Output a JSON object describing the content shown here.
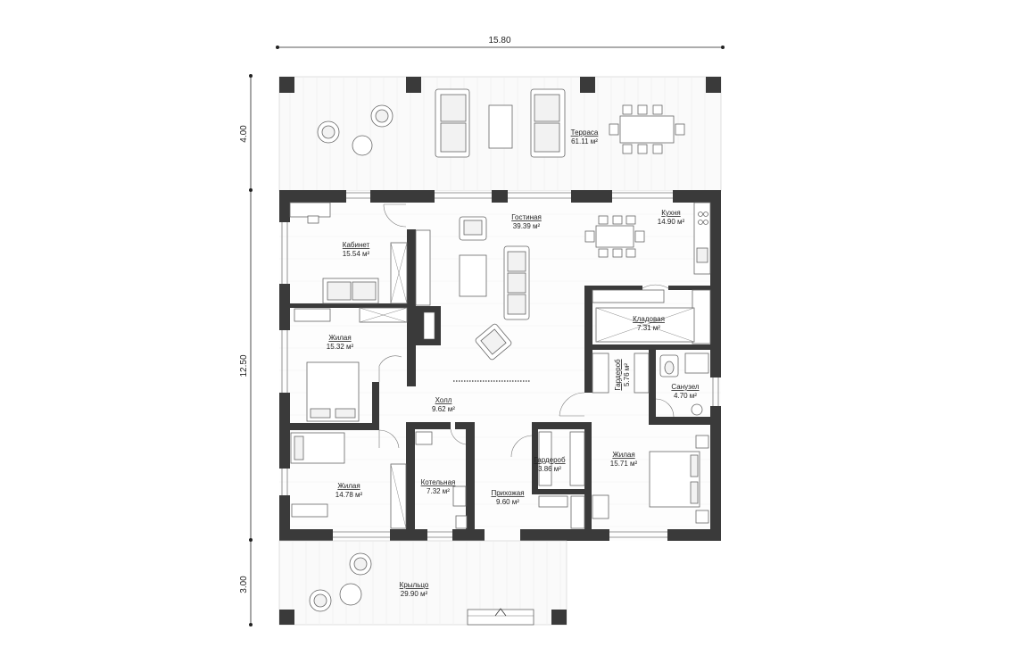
{
  "dimensions": {
    "width_total": "15.80",
    "height_terrace": "4.00",
    "height_house": "12.50",
    "height_porch": "3.00"
  },
  "rooms": {
    "terrace": {
      "name": "Терраса",
      "area": "61.11 м²"
    },
    "office": {
      "name": "Кабинет",
      "area": "15.54 м²"
    },
    "living_room": {
      "name": "Гостиная",
      "area": "39.39 м²"
    },
    "kitchen": {
      "name": "Кухня",
      "area": "14.90 м²"
    },
    "bedroom_1": {
      "name": "Жилая",
      "area": "15.32 м²"
    },
    "pantry": {
      "name": "Кладовая",
      "area": "7.31 м²"
    },
    "hall": {
      "name": "Холл",
      "area": "9.62 м²"
    },
    "wardrobe_1": {
      "name": "Гардероб",
      "area": "5.76 м²"
    },
    "bathroom": {
      "name": "Санузел",
      "area": "4.70 м²"
    },
    "wardrobe_2": {
      "name": "Гардероб",
      "area": "3.86 м²"
    },
    "bedroom_3": {
      "name": "Жилая",
      "area": "15.71 м²"
    },
    "boiler_room": {
      "name": "Котельная",
      "area": "7.32 м²"
    },
    "entrance": {
      "name": "Прихожая",
      "area": "9.60 м²"
    },
    "bedroom_2": {
      "name": "Жилая",
      "area": "14.78 м²"
    },
    "porch": {
      "name": "Крыльцо",
      "area": "29.90 м²"
    }
  },
  "colors": {
    "wall": "#3a3a3a",
    "line": "#555555"
  }
}
